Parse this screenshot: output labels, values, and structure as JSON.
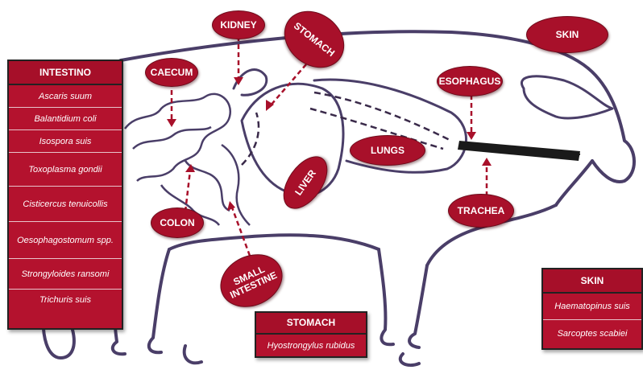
{
  "organs": {
    "kidney": "KIDNEY",
    "stomach": "STOMACH",
    "skin": "SKIN",
    "caecum": "CAECUM",
    "esophagus": "ESOPHAGUS",
    "lungs": "LUNGS",
    "liver": "LIVER",
    "colon": "COLON",
    "trachea": "TRACHEA",
    "small_intestine_1": "SMALL",
    "small_intestine_2": "INTESTINE"
  },
  "intestino": {
    "title": "INTESTINO",
    "parasites": [
      "Ascaris suum",
      "Balantidium coli",
      "Isospora suis",
      "Toxoplasma gondii",
      "Cisticercus tenuicollis",
      "Oesophagostomum spp.",
      "Strongyloides ransomi",
      "Trichuris suis"
    ]
  },
  "stomach_box": {
    "title": "STOMACH",
    "parasites": [
      "Hyostrongylus rubidus"
    ]
  },
  "skin_box": {
    "title": "SKIN",
    "parasites": [
      "Haematopinus suis",
      "Sarcoptes scabiei"
    ]
  },
  "colors": {
    "label_red": "#a8102a",
    "outline": "#4a3e68"
  }
}
